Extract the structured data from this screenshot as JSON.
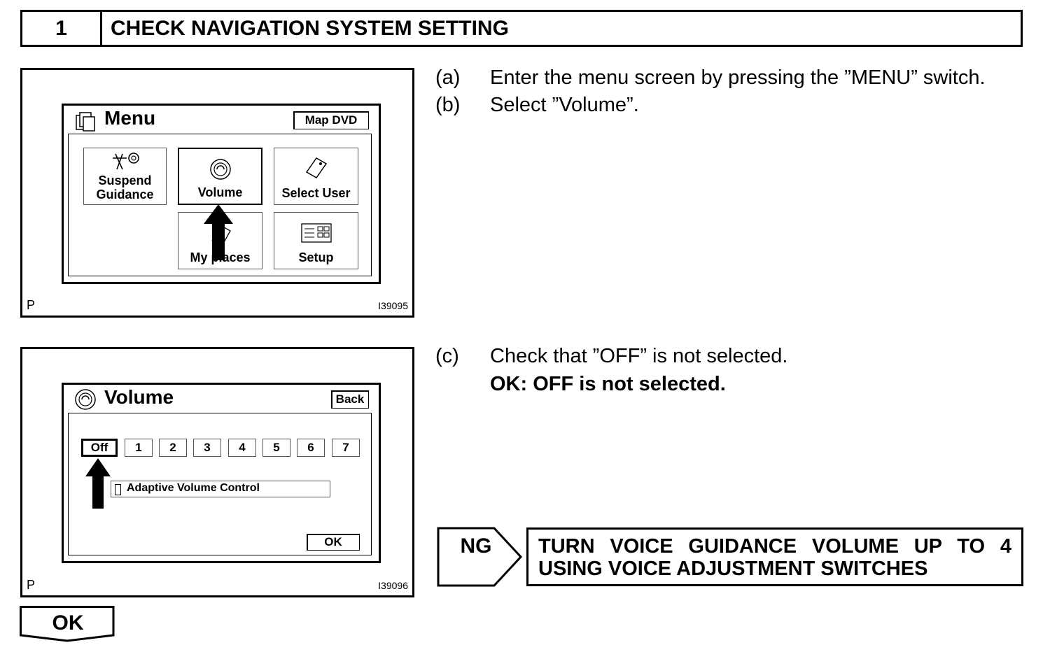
{
  "header": {
    "step_number": "1",
    "title": "CHECK NAVIGATION SYSTEM SETTING"
  },
  "figure1": {
    "screen_title": "Menu",
    "top_button": "Map DVD",
    "tiles": [
      {
        "label_line1": "Suspend",
        "label_line2": "Guidance",
        "icon": "suspend-guidance-icon"
      },
      {
        "label_line1": "",
        "label_line2": "Volume",
        "icon": "speaker-icon"
      },
      {
        "label_line1": "",
        "label_line2": "Select User",
        "icon": "user-card-icon"
      },
      {
        "label_line1": "",
        "label_line2": "My places",
        "icon": "map-pin-icon"
      },
      {
        "label_line1": "",
        "label_line2": "Setup",
        "icon": "settings-list-icon"
      }
    ],
    "corner_left": "P",
    "corner_right": "I39095"
  },
  "figure2": {
    "screen_title": "Volume",
    "top_button": "Back",
    "levels": [
      "Off",
      "1",
      "2",
      "3",
      "4",
      "5",
      "6",
      "7"
    ],
    "selected_level": "Off",
    "checkbox_label": "Adaptive Volume Control",
    "ok_button": "OK",
    "corner_left": "P",
    "corner_right": "I39096"
  },
  "steps": [
    {
      "marker": "(a)",
      "text": "Enter the menu screen by pressing the ”MENU” switch."
    },
    {
      "marker": "(b)",
      "text": "Select ”Volume”."
    },
    {
      "marker": "(c)",
      "text": "Check that ”OFF” is not selected."
    }
  ],
  "ok_condition": "OK: OFF is not selected.",
  "ng": {
    "label": "NG",
    "action_line1": "TURN VOICE GUIDANCE VOLUME UP TO 4",
    "action_line2": "USING VOICE ADJUSTMENT SWITCHES"
  },
  "ok_tab": "OK"
}
